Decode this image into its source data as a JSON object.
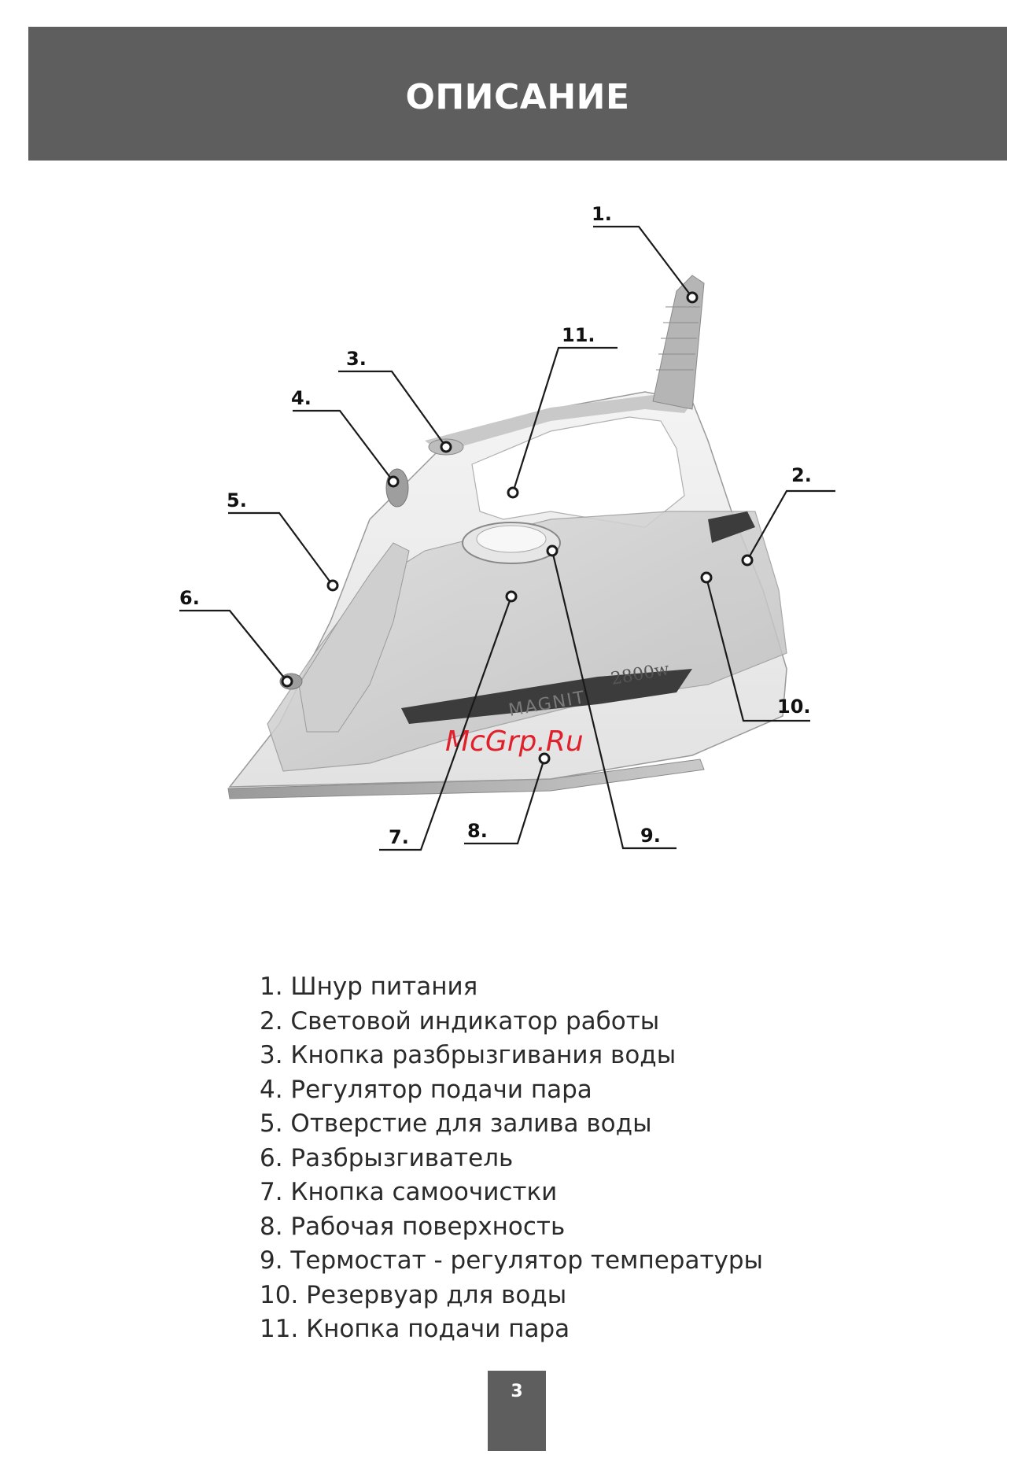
{
  "header": {
    "title": "ОПИСАНИЕ"
  },
  "figure": {
    "brand": "MAGNIT",
    "power": "2800w",
    "watermark": "McGrp.Ru",
    "callouts": [
      "1.",
      "2.",
      "3.",
      "4.",
      "5.",
      "6.",
      "7.",
      "8.",
      "9.",
      "10.",
      "11."
    ]
  },
  "legend": {
    "items": [
      "1. Шнур питания",
      "2. Световой индикатор работы",
      "3. Кнопка разбрызгивания воды",
      "4. Регулятор подачи пара",
      "5. Отверстие для залива воды",
      "6. Разбрызгиватель",
      "7. Кнопка самоочистки",
      "8. Рабочая поверхность",
      "9. Термостат - регулятор температуры",
      "10. Резервуар для воды",
      "11. Кнопка  подачи пара"
    ]
  },
  "footer": {
    "page_number": "3"
  },
  "colors": {
    "header_bg": "#5e5e5e",
    "watermark": "#e0202a"
  }
}
